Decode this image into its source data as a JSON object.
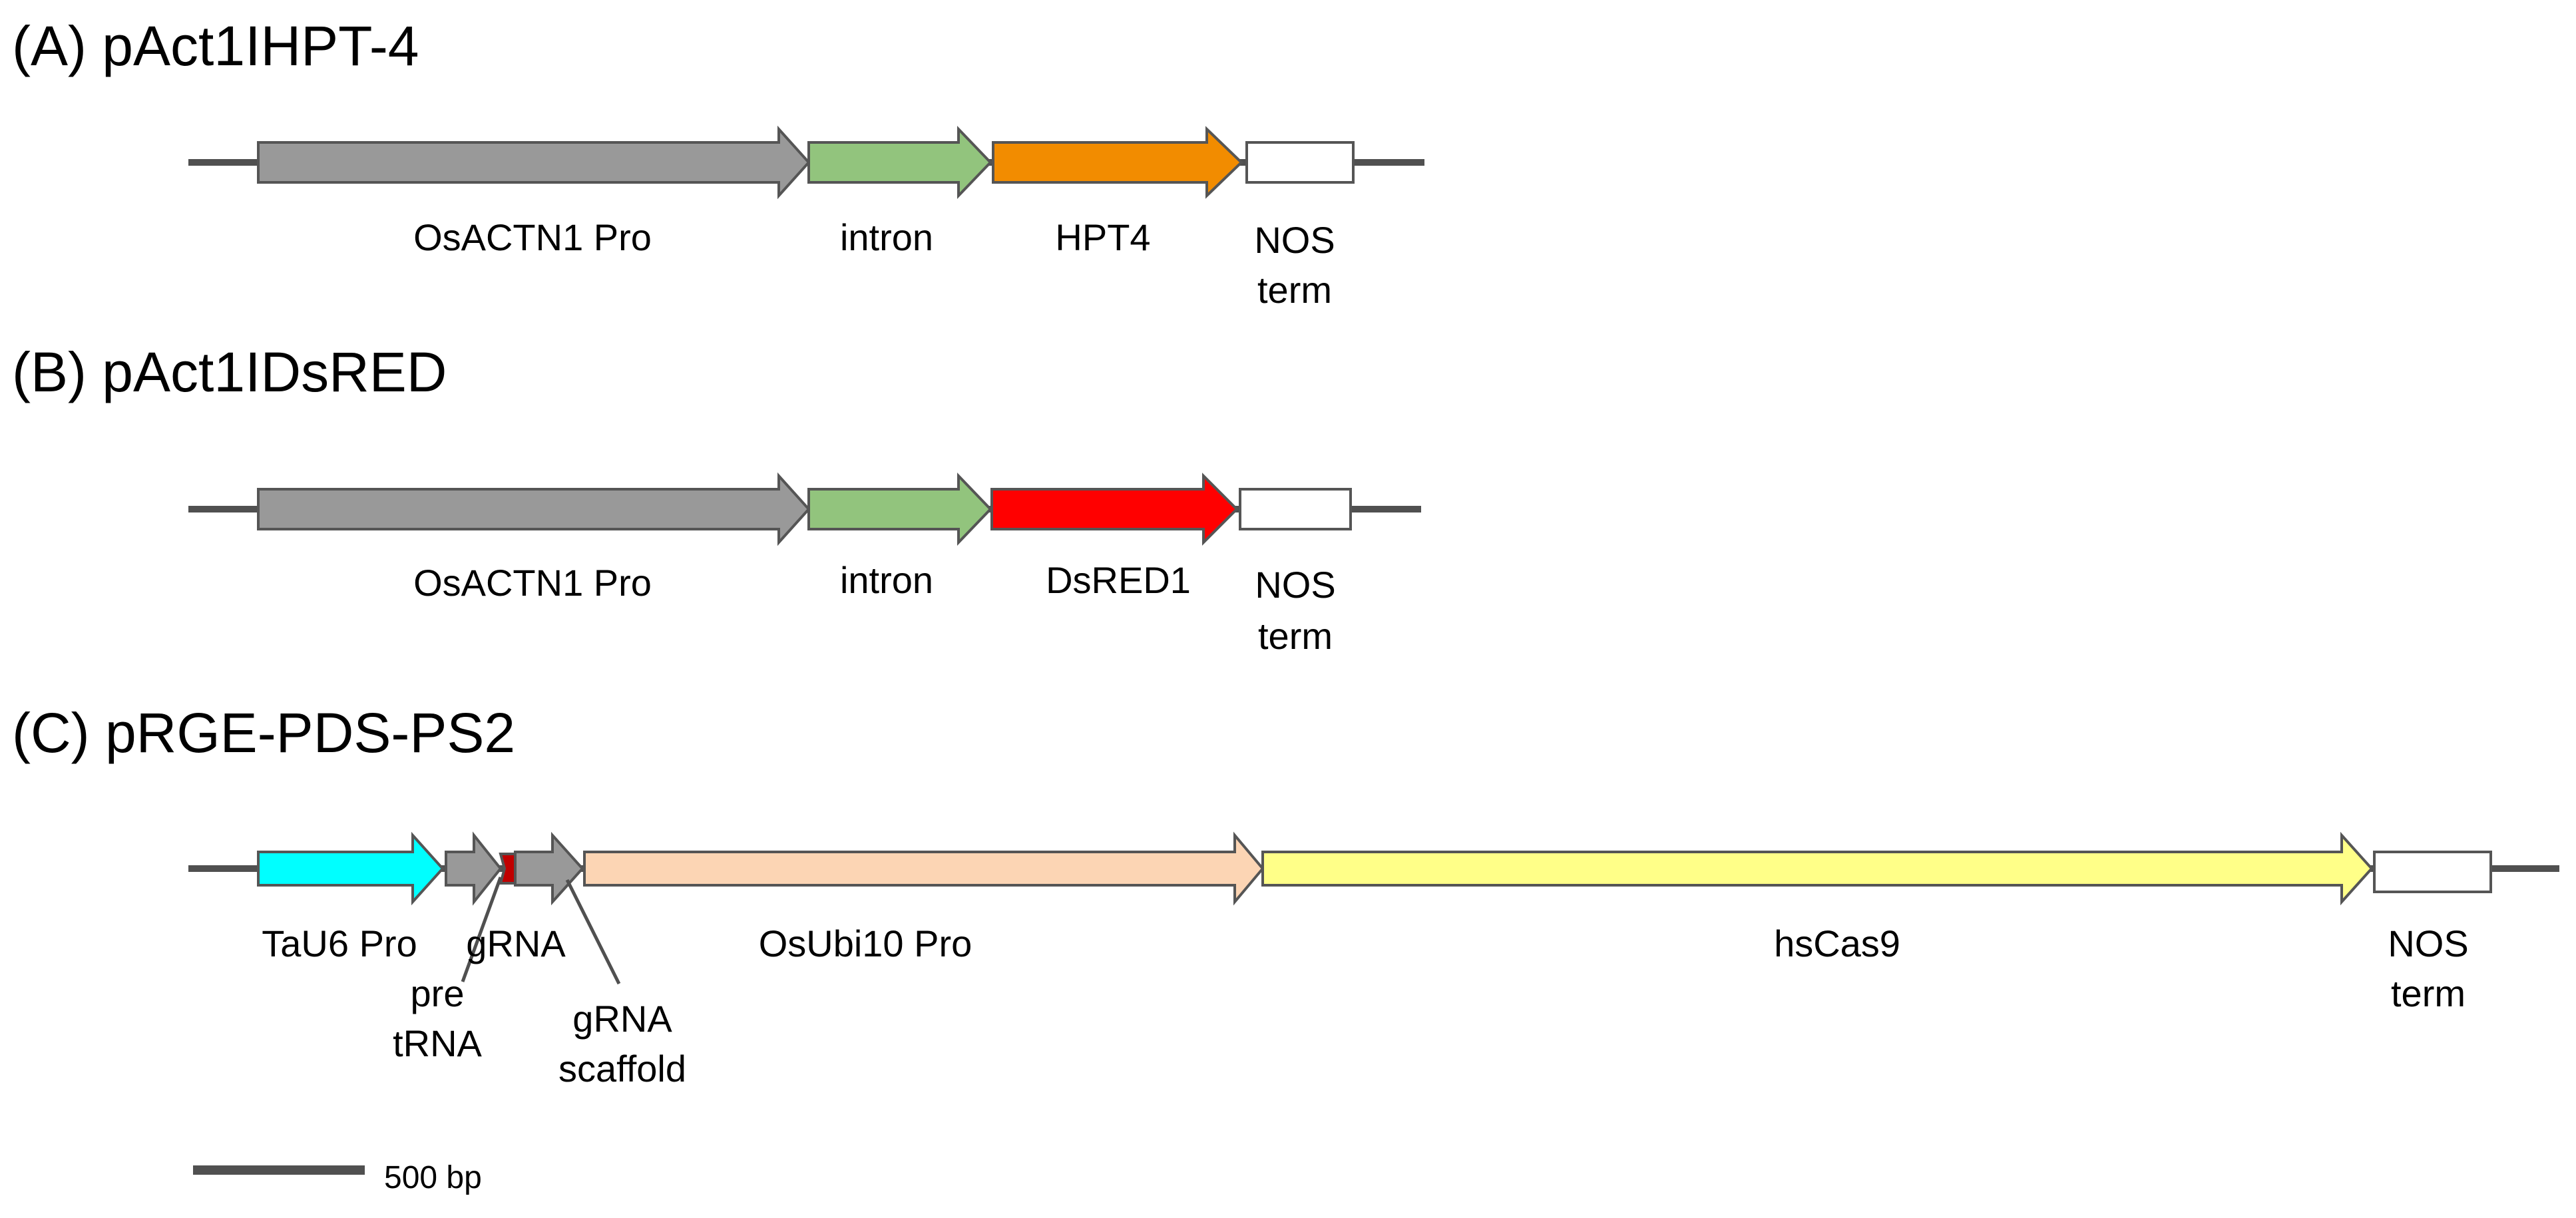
{
  "constructs": [
    {
      "title": "(A)  pAct1IHPT-4",
      "segments": [
        {
          "label": "OsACTN1  Pro",
          "color": "#999999"
        },
        {
          "label": "intron",
          "color": "#92c47d"
        },
        {
          "label": "HPT4",
          "color": "#f28c00"
        },
        {
          "label": "NOS term",
          "lines": [
            "NOS",
            "term"
          ],
          "color": "#ffffff"
        }
      ]
    },
    {
      "title": "(B)  pAct1IDsRED",
      "segments": [
        {
          "label": "OsACTN1  Pro",
          "color": "#999999"
        },
        {
          "label": "intron",
          "color": "#92c47d"
        },
        {
          "label": "DsRED1",
          "color": "#ff0000"
        },
        {
          "label": "NOS term",
          "lines": [
            "NOS",
            "term"
          ],
          "color": "#ffffff"
        }
      ]
    },
    {
      "title": "(C)  pRGE-PDS-PS2",
      "segments": [
        {
          "label": "TaU6  Pro",
          "color": "#00ffff"
        },
        {
          "label": "pre tRNA",
          "lines": [
            "pre",
            "tRNA"
          ],
          "color": "#999999"
        },
        {
          "label": "gRNA",
          "color": "#c00000"
        },
        {
          "label": "gRNA scaffold",
          "lines": [
            "gRNA",
            "scaffold"
          ],
          "color": "#999999"
        },
        {
          "label": "OsUbi10 Pro",
          "color": "#fcd5b4"
        },
        {
          "label": "hsCas9",
          "color": "#ffff88"
        },
        {
          "label": "NOS term",
          "lines": [
            "NOS",
            "term"
          ],
          "color": "#ffffff"
        }
      ]
    }
  ],
  "scale_bar": {
    "label": "500 bp"
  }
}
